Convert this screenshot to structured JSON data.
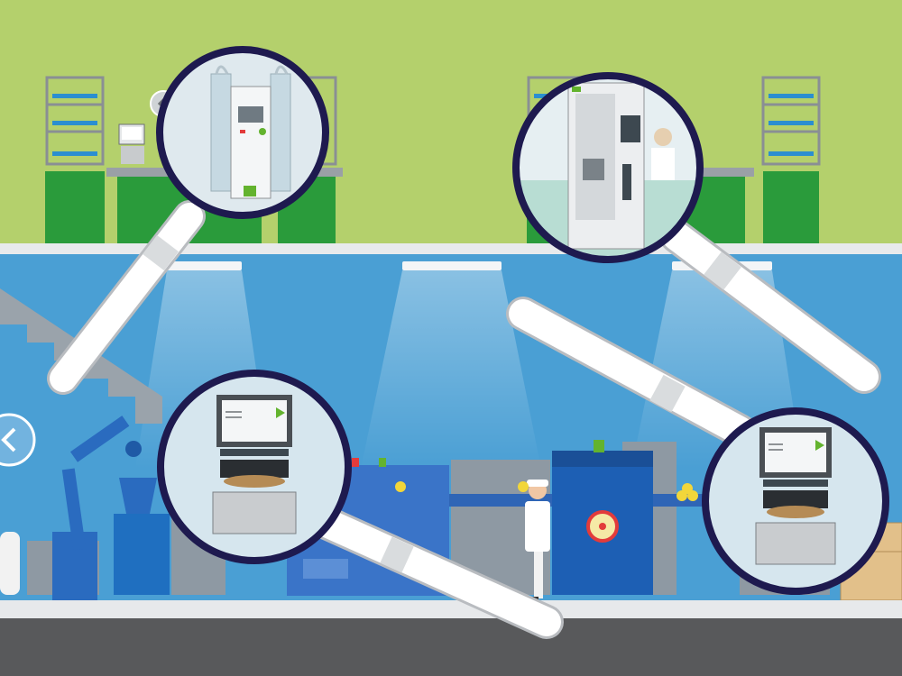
{
  "scene": {
    "colors": {
      "lab_wall": "#b4d06c",
      "factory_wall": "#4a9fd4",
      "floor": "#58595b",
      "bench_green": "#2a9b3b",
      "machine_blue": "#1f6fc0",
      "lens_frame": "#1e1a4f",
      "accent_green": "#63b32e"
    },
    "icons": {
      "nav_left_upper": "chevron-left-icon",
      "nav_left_lower": "chevron-left-icon"
    },
    "magnifiers": [
      "multi-column-instrument",
      "cabinet-analyzer",
      "press-machine-left",
      "press-machine-right"
    ]
  }
}
